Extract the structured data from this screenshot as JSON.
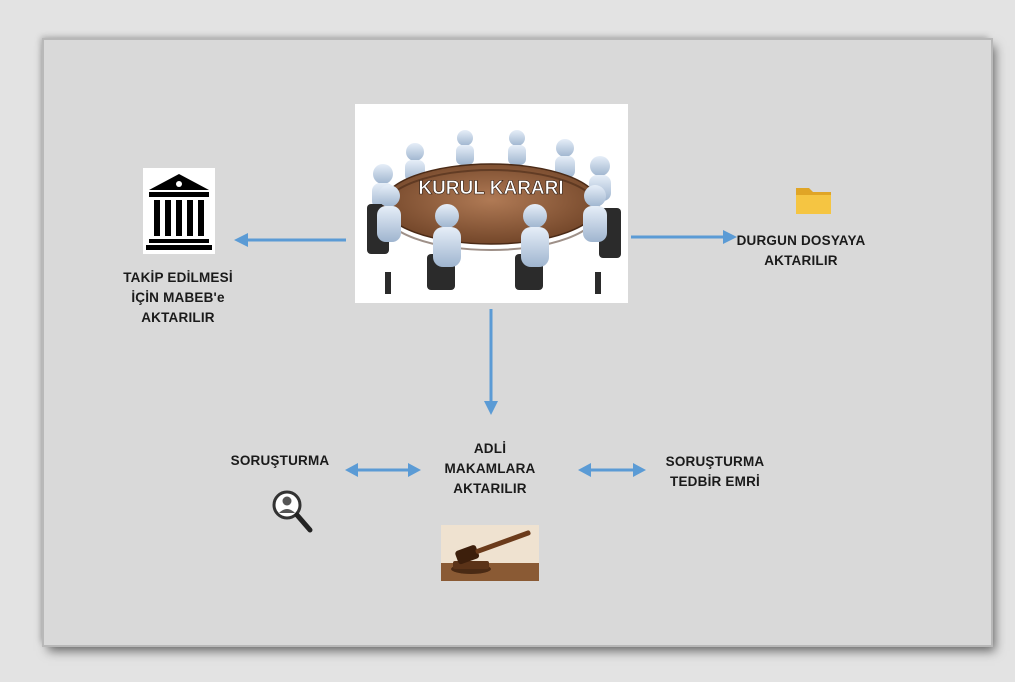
{
  "center": {
    "title": "KURUL KARARI"
  },
  "left": {
    "lines": [
      "TAKİP EDİLMESİ",
      "İÇİN MABEB'e",
      "AKTARILIR"
    ]
  },
  "right": {
    "lines": [
      "DURGUN DOSYAYA",
      "AKTARILIR"
    ]
  },
  "bottom_center": {
    "lines": [
      "ADLİ",
      "MAKAMLARA",
      "AKTARILIR"
    ]
  },
  "bottom_left": {
    "label": "SORUŞTURMA"
  },
  "bottom_right": {
    "lines": [
      "SORUŞTURMA",
      "TEDBİR EMRİ"
    ]
  },
  "colors": {
    "arrow": "#5b9bd5",
    "slide_bg": "#d9d9d9",
    "table": "#8b5a3c"
  },
  "icons": [
    "building-icon",
    "folder-icon",
    "magnifier-icon",
    "gavel-icon"
  ]
}
